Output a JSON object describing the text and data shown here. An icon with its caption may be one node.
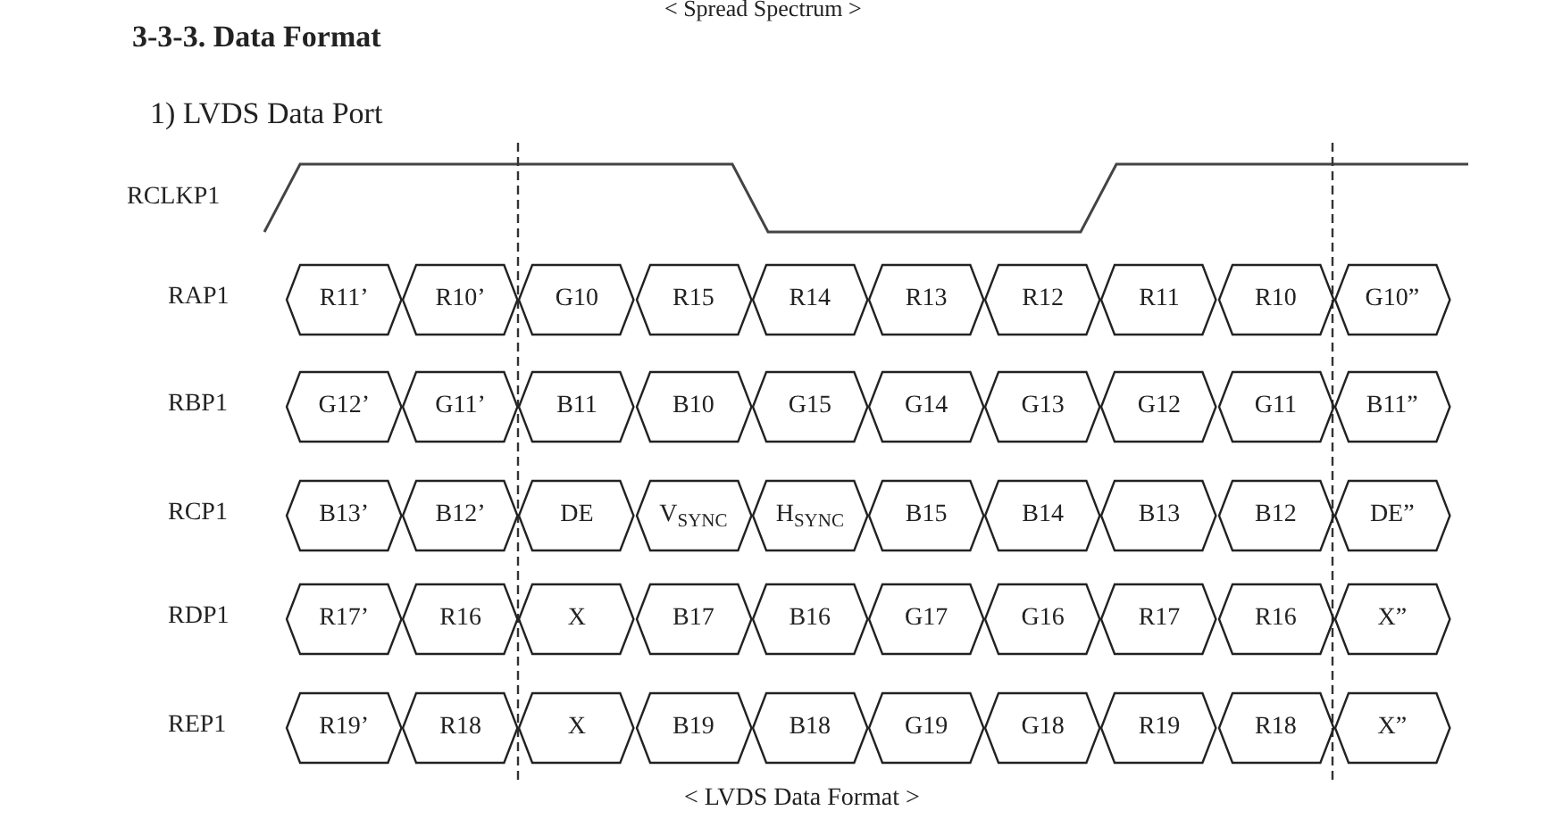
{
  "diagram": {
    "title": "3-3-3. Data Format",
    "caption": "< LVDS Data Format >",
    "labels": [
      "< Spread Spectrum >",
      "1) LVDS Data Port",
      "RCLKP1",
      "RAP1",
      "RBP1",
      "RCP1",
      "RDP1",
      "REP1"
    ],
    "nodes": [
      {
        "text": [
          "R11’"
        ]
      },
      {
        "text": [
          "R10’"
        ]
      },
      {
        "text": [
          "G10"
        ]
      },
      {
        "text": [
          "R15"
        ]
      },
      {
        "text": [
          "R14"
        ]
      },
      {
        "text": [
          "R13"
        ]
      },
      {
        "text": [
          "R12"
        ]
      },
      {
        "text": [
          "R11"
        ]
      },
      {
        "text": [
          "R10"
        ]
      },
      {
        "text": [
          "G10”"
        ]
      },
      {
        "text": [
          "G12’"
        ]
      },
      {
        "text": [
          "G11’"
        ]
      },
      {
        "text": [
          "B11"
        ]
      },
      {
        "text": [
          "B10"
        ]
      },
      {
        "text": [
          "G15"
        ]
      },
      {
        "text": [
          "G14"
        ]
      },
      {
        "text": [
          "G13"
        ]
      },
      {
        "text": [
          "G12"
        ]
      },
      {
        "text": [
          "G11"
        ]
      },
      {
        "text": [
          "B11”"
        ]
      },
      {
        "text": [
          "B13’"
        ]
      },
      {
        "text": [
          "B12’"
        ]
      },
      {
        "text": [
          "DE"
        ]
      },
      {
        "text": [
          "V$_{SYNC}$"
        ]
      },
      {
        "text": [
          "H$_{SYNC}$"
        ]
      },
      {
        "text": [
          "B15"
        ]
      },
      {
        "text": [
          "B14"
        ]
      },
      {
        "text": [
          "B13"
        ]
      },
      {
        "text": [
          "B12"
        ]
      },
      {
        "text": [
          "DE”"
        ]
      },
      {
        "text": [
          "R17’"
        ]
      },
      {
        "text": [
          "R16"
        ]
      },
      {
        "text": [
          "X"
        ]
      },
      {
        "text": [
          "B17"
        ]
      },
      {
        "text": [
          "B16"
        ]
      },
      {
        "text": [
          "G17"
        ]
      },
      {
        "text": [
          "G16"
        ]
      },
      {
        "text": [
          "R17"
        ]
      },
      {
        "text": [
          "R16"
        ]
      },
      {
        "text": [
          "X”"
        ]
      },
      {
        "text": [
          "R19’"
        ]
      },
      {
        "text": [
          "R18"
        ]
      },
      {
        "text": [
          "X"
        ]
      },
      {
        "text": [
          "B19"
        ]
      },
      {
        "text": [
          "B18"
        ]
      },
      {
        "text": [
          "G19"
        ]
      },
      {
        "text": [
          "G18"
        ]
      },
      {
        "text": [
          "R19"
        ]
      },
      {
        "text": [
          "R18"
        ]
      },
      {
        "text": [
          "X”"
        ]
      }
    ]
  }
}
